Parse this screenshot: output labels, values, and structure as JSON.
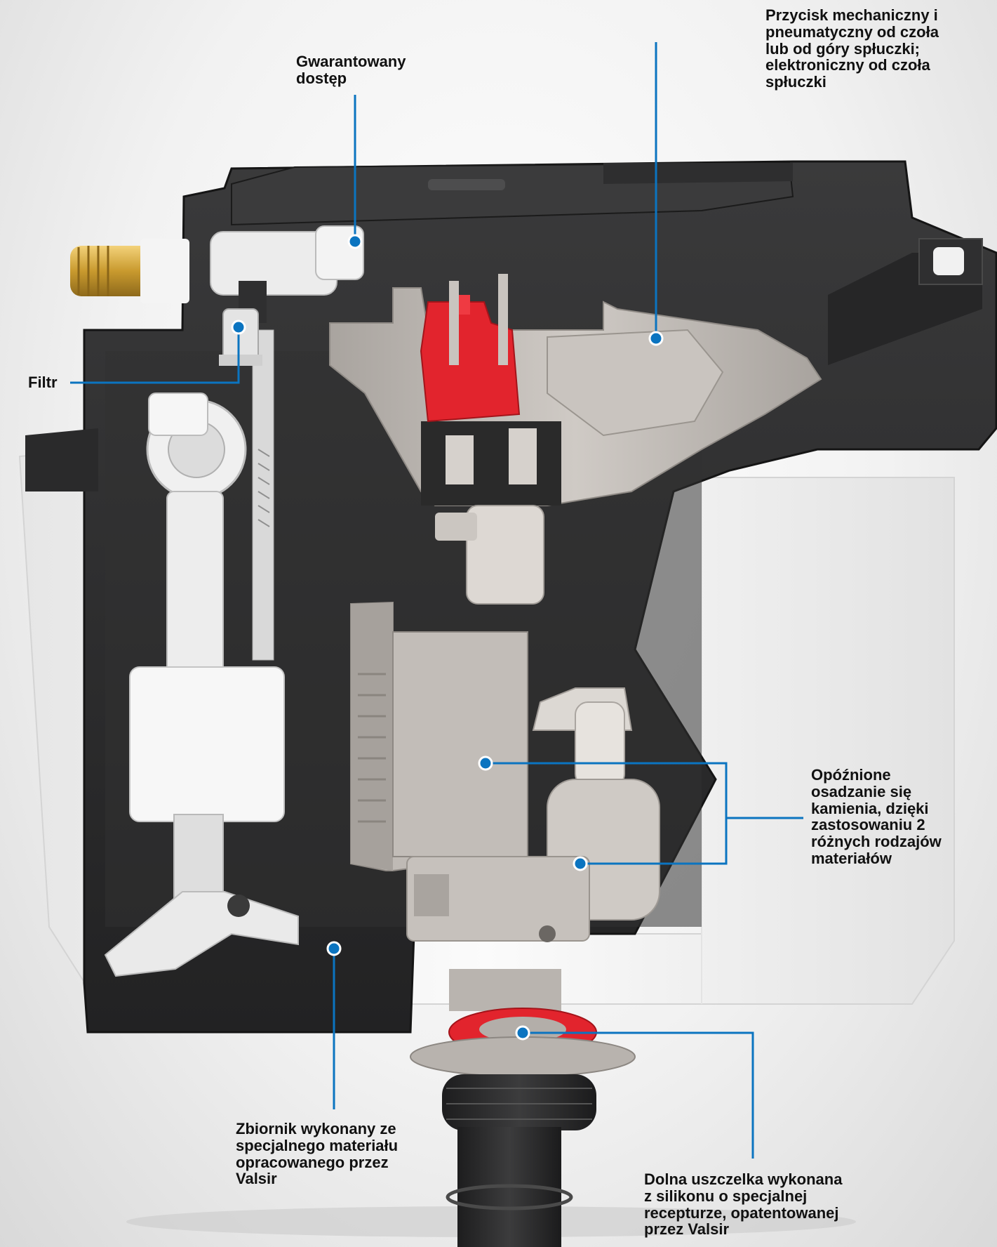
{
  "colors": {
    "callout_line": "#0b74c0",
    "callout_dot": "#0b74c0",
    "tank_dark": "#2c2c2d",
    "casing_white": "#f4f4f4",
    "valve_grey": "#bdb8b3",
    "accent_red": "#e2242d"
  },
  "labels": {
    "access": "Gwarantowany\ndostęp",
    "button": "Przycisk mechaniczny i\npneumatyczny od czoła\nlub od góry spłuczki;\nelektroniczny od czoła\nspłuczki",
    "filter": "Filtr",
    "limescale": "Opóźnione\nosadzanie się\nkamienia, dzięki\nzastosowaniu 2\nróżnych rodzajów\nmateriałów",
    "tank": "Zbiornik wykonany ze\nspecjalnego materiału\nopracowanego przez\nValsir",
    "seal": "Dolna uszczelka wykonana\nz silikonu o specjalnej\nrecepturze, opatentowanej\nprzez Valsir"
  },
  "icons": {
    "inlet": "brass-inlet-icon",
    "filter": "filter-valve-icon",
    "flush_valve": "flush-valve-icon",
    "float": "float-valve-icon"
  }
}
